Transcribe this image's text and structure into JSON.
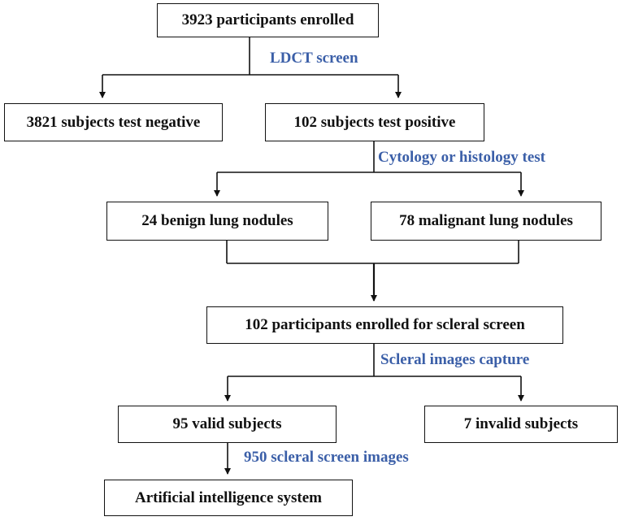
{
  "colors": {
    "box_border": "#111111",
    "box_text": "#111111",
    "edge_label": "#3b5fa8",
    "line": "#111111"
  },
  "nodes": {
    "enrolled": "3923 participants enrolled",
    "test_negative": "3821 subjects test negative",
    "test_positive": "102 subjects test positive",
    "benign": "24 benign lung nodules",
    "malignant": "78 malignant lung nodules",
    "scleral_enrolled": "102 participants enrolled for scleral screen",
    "valid": "95 valid subjects",
    "invalid": "7 invalid subjects",
    "ai_system": "Artificial intelligence system"
  },
  "edge_labels": {
    "ldct": "LDCT screen",
    "cytology": "Cytology or histology test",
    "capture": "Scleral images capture",
    "images": "950 scleral screen images"
  }
}
